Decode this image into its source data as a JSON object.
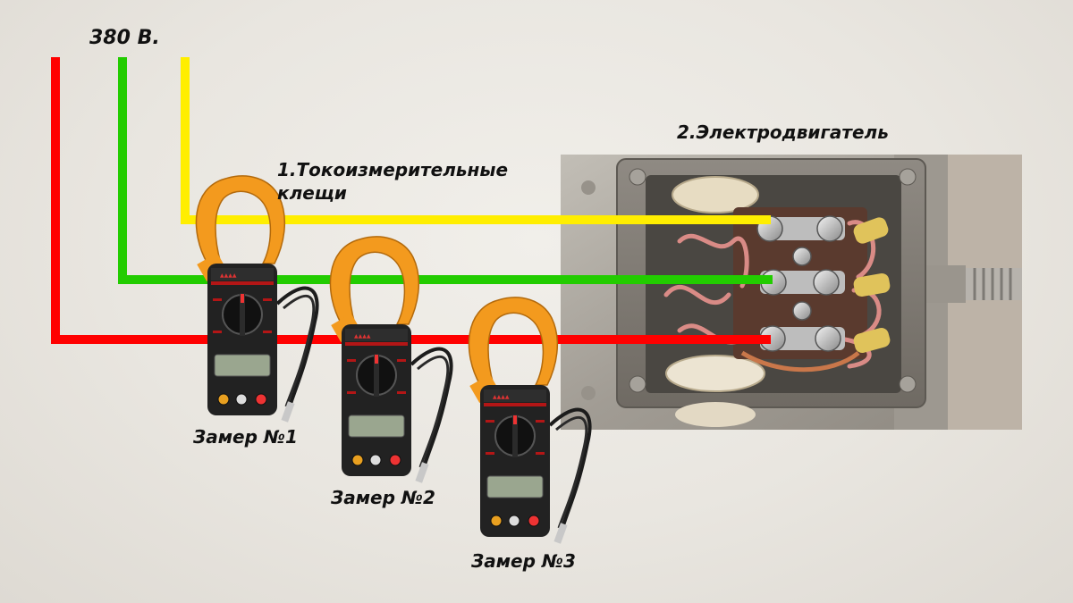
{
  "labels": {
    "voltage": "380 В.",
    "motor": "2.Электродвигатель",
    "clamps_line1": "1.Токоизмерительные",
    "clamps_line2": "клещи",
    "measure1": "Замер №1",
    "measure2": "Замер №2",
    "measure3": "Замер №3"
  },
  "wires": [
    {
      "color": "#ff0000"
    },
    {
      "color": "#22cc00"
    },
    {
      "color": "#ffee00"
    }
  ],
  "colors": {
    "clamp_jaw": "#f39a1e",
    "meter_body": "#222222",
    "lcd": "#9aa68f",
    "motor_metal": "#a8a39b",
    "terminal_block": "#5a3a2e"
  },
  "icons": [
    "clamp-meter-icon",
    "motor-terminal-box-icon"
  ]
}
